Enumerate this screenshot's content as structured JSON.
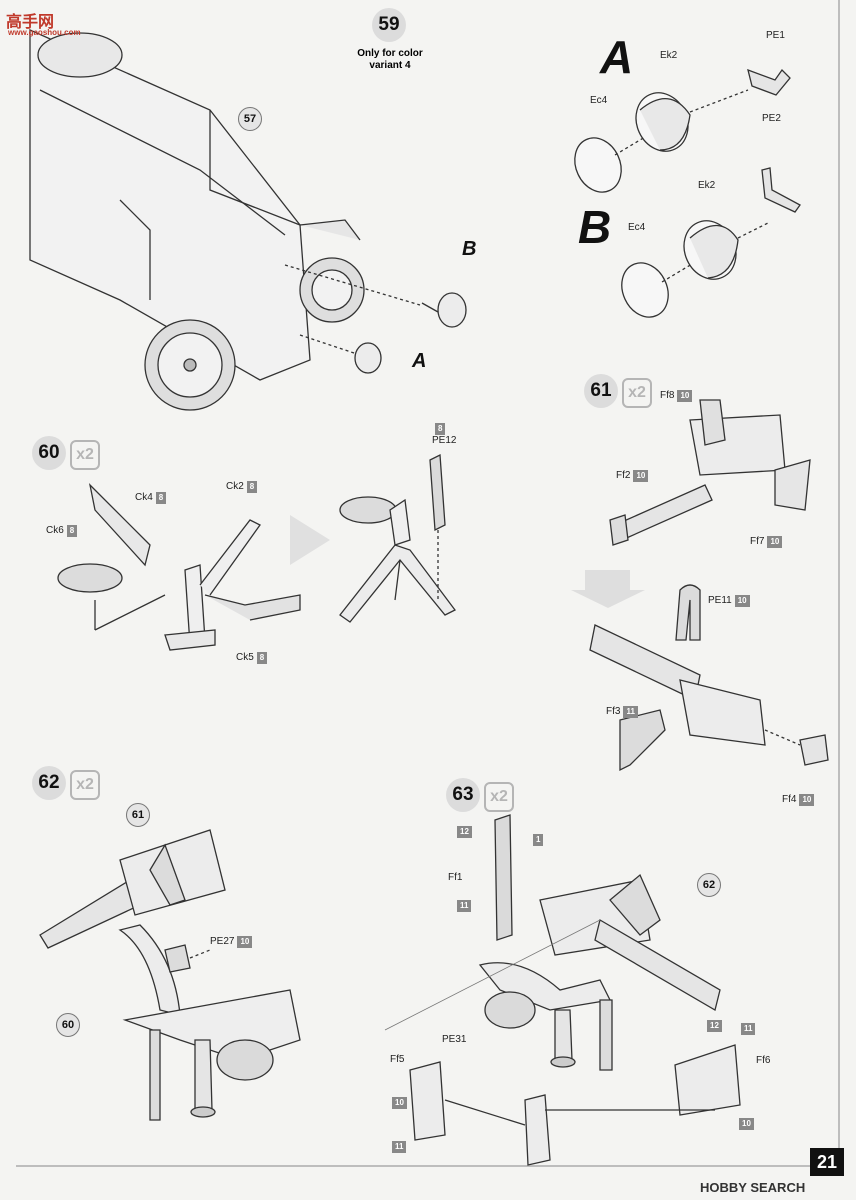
{
  "header": {
    "logo_text": "高手网",
    "logo_url": "www.gaoshou.com"
  },
  "steps": {
    "s59": {
      "number": "59",
      "note": "Only for color variant 4"
    },
    "s60": {
      "number": "60",
      "mult": "x2"
    },
    "s61": {
      "number": "61",
      "mult": "x2"
    },
    "s62": {
      "number": "62",
      "mult": "x2"
    },
    "s63": {
      "number": "63",
      "mult": "x2"
    }
  },
  "refs": {
    "r57": "57",
    "r61": "61",
    "r60": "60",
    "r62": "62"
  },
  "variants": {
    "A": "A",
    "B": "B"
  },
  "parts": {
    "pe1": "PE1",
    "ek2": "Ek2",
    "ec4": "Ec4",
    "pe2": "PE2",
    "ck2": "Ck2",
    "ck4": "Ck4",
    "ck6": "Ck6",
    "ck5": "Ck5",
    "pe12": "PE12",
    "ff8": "Ff8",
    "ff2": "Ff2",
    "ff7": "Ff7",
    "pe11": "PE11",
    "ff3": "Ff3",
    "ff4": "Ff4",
    "pe27": "PE27",
    "ff1": "Ff1",
    "ff5": "Ff5",
    "pe31": "PE31",
    "ff6": "Ff6"
  },
  "colors": {
    "n8": "8",
    "n10": "10",
    "n11": "11",
    "n12": "12",
    "n1": "1"
  },
  "footer": {
    "page_number": "21",
    "brand": "HOBBY SEARCH"
  }
}
